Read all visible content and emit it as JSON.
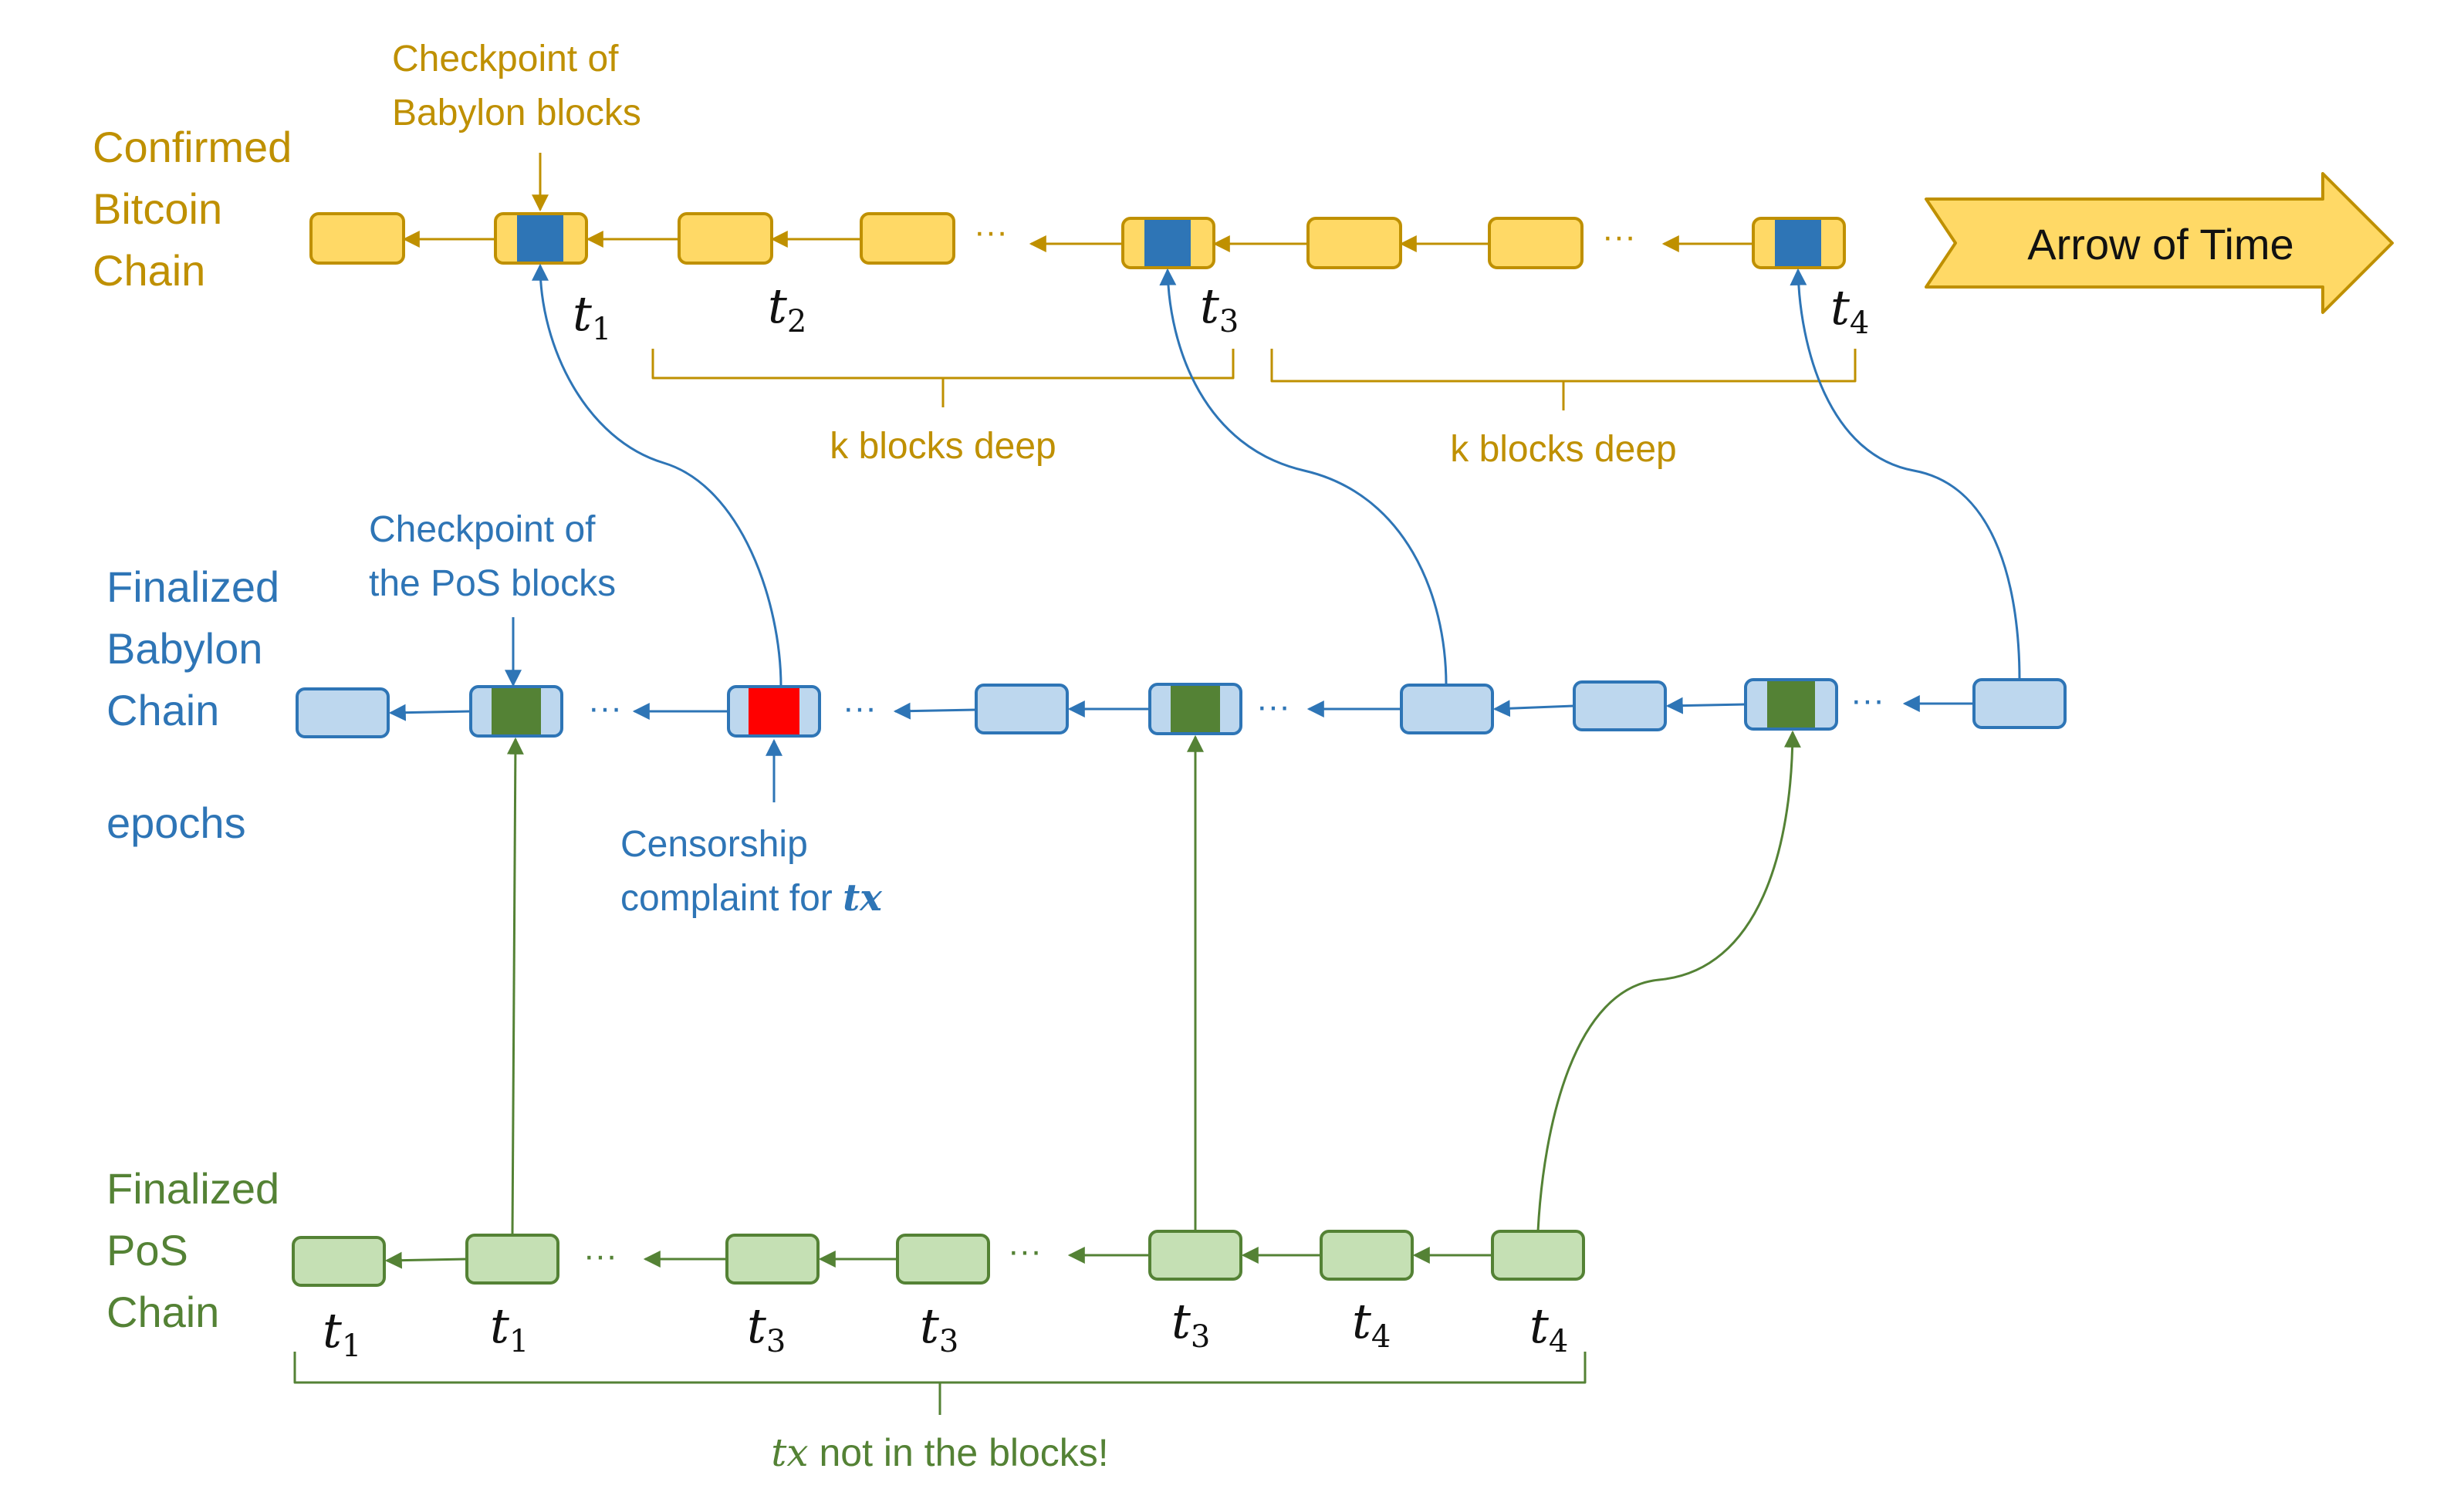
{
  "colors": {
    "bitcoin_text": "#bf9000",
    "bitcoin_fill": "#ffd966",
    "bitcoin_stroke": "#bf9000",
    "babylon_text": "#2e75b6",
    "babylon_fill": "#bdd7ee",
    "babylon_stroke": "#2e75b6",
    "pos_text": "#548235",
    "pos_fill": "#c5e0b4",
    "pos_stroke": "#548235",
    "checkpoint_blue": "#2e75b6",
    "checkpoint_green": "#548235",
    "censorship_red": "#ff0000",
    "time_arrow_fill": "#ffd966",
    "time_arrow_stroke": "#bf9000"
  },
  "chains": {
    "bitcoin": {
      "label_lines": [
        "Confirmed",
        "Bitcoin",
        "Chain"
      ],
      "checkpoint_callout_lines": [
        "Checkpoint of",
        "Babylon blocks"
      ],
      "ellipsis": "···",
      "time_labels": [
        {
          "base": "t",
          "sub": "1"
        },
        {
          "base": "t",
          "sub": "2"
        },
        {
          "base": "t",
          "sub": "3"
        },
        {
          "base": "t",
          "sub": "4"
        }
      ],
      "depth_labels": [
        "k blocks deep",
        "k blocks deep"
      ]
    },
    "babylon": {
      "label_lines": [
        "Finalized",
        "Babylon",
        "Chain"
      ],
      "epochs_label": "epochs",
      "checkpoint_callout_lines": [
        "Checkpoint of",
        "the PoS blocks"
      ],
      "censorship_callout_line1": "Censorship",
      "censorship_callout_line2_prefix": "complaint for ",
      "censorship_callout_tx": "tx",
      "ellipsis": "···"
    },
    "pos": {
      "label_lines": [
        "Finalized",
        "PoS",
        "Chain"
      ],
      "ellipsis": "···",
      "time_labels": [
        {
          "base": "t",
          "sub": "1"
        },
        {
          "base": "t",
          "sub": "1"
        },
        {
          "base": "t",
          "sub": "3"
        },
        {
          "base": "t",
          "sub": "3"
        },
        {
          "base": "t",
          "sub": "3"
        },
        {
          "base": "t",
          "sub": "4"
        },
        {
          "base": "t",
          "sub": "4"
        }
      ],
      "footnote_tx": "tx",
      "footnote_rest": " not in the blocks!"
    }
  },
  "time_arrow_label": "Arrow of Time"
}
